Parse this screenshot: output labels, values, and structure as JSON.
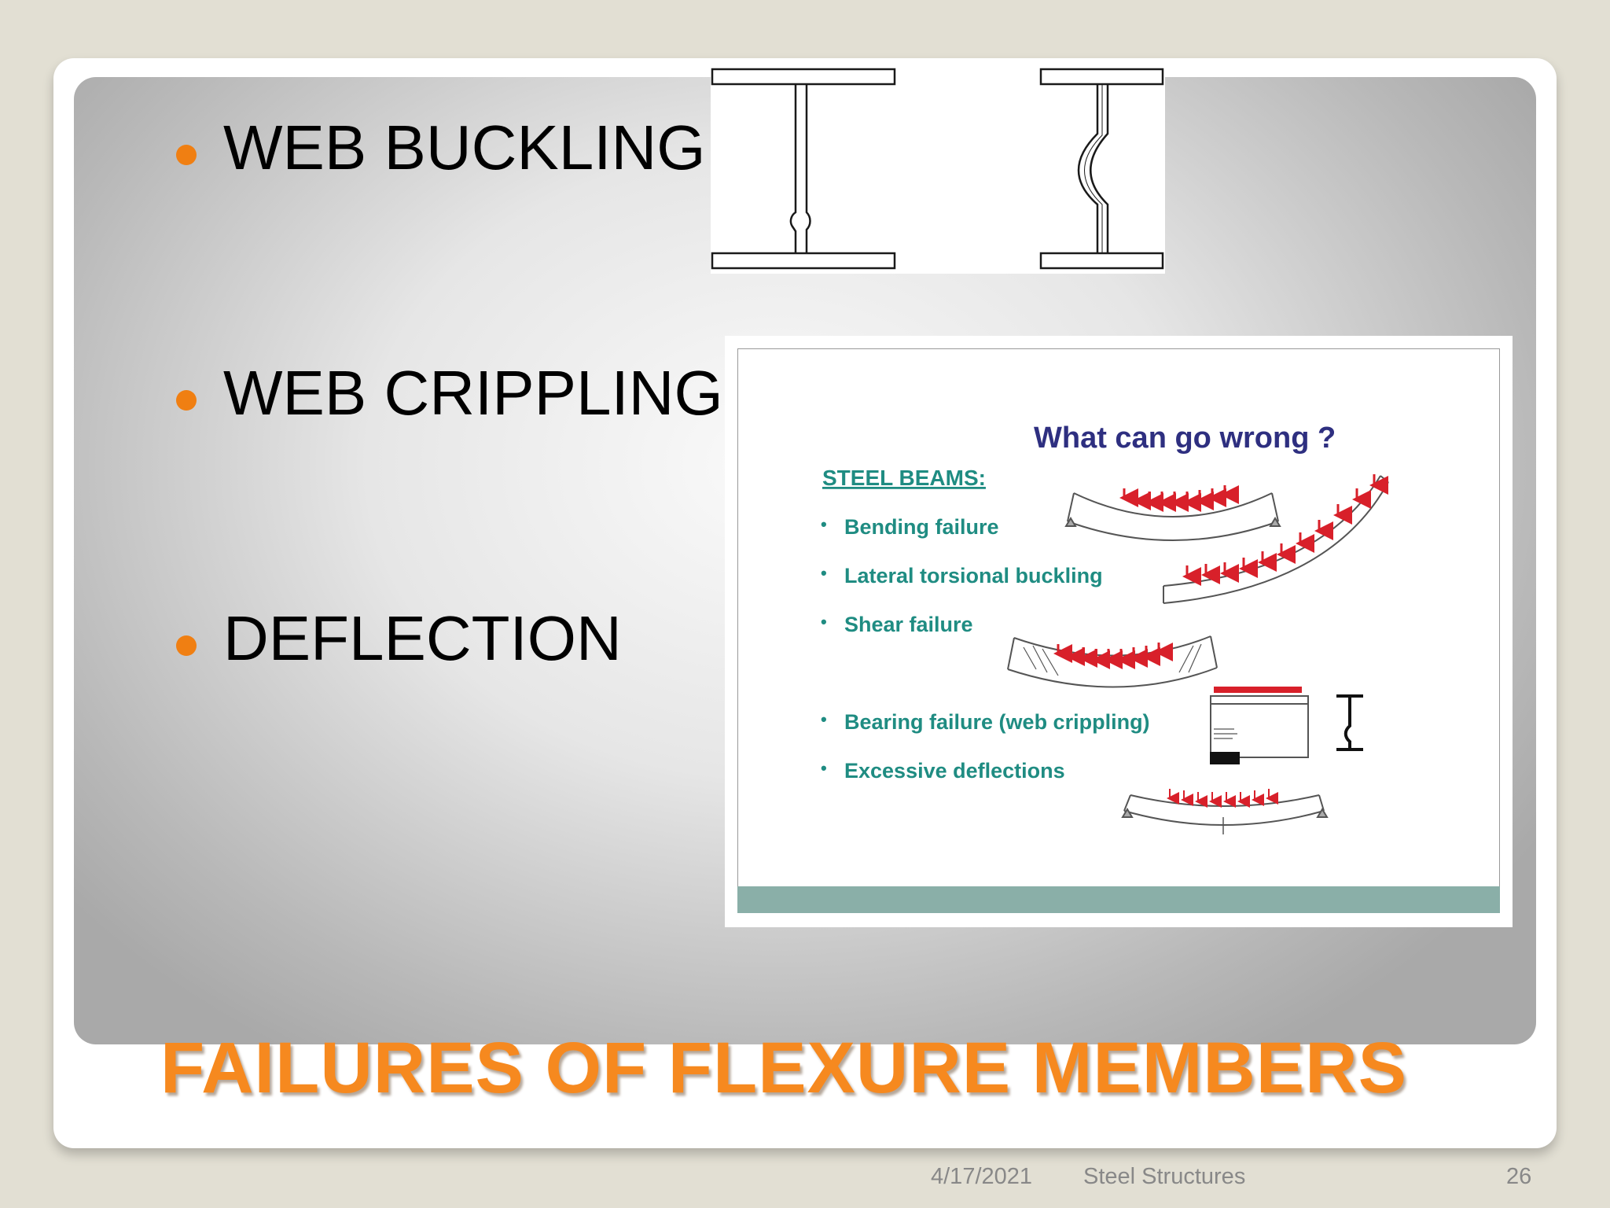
{
  "slide": {
    "bullets": [
      {
        "label": "WEB BUCKLING"
      },
      {
        "label": "WEB CRIPPLING"
      },
      {
        "label": "DEFLECTION"
      }
    ],
    "title": "FAILURES OF FLEXURE MEMBERS",
    "footer": {
      "date": "4/17/2021",
      "subject": "Steel Structures",
      "page": "26"
    }
  },
  "inset": {
    "heading": "What can go wrong ?",
    "subheading": "STEEL BEAMS:",
    "items": [
      "Bending failure",
      "Lateral torsional buckling",
      "Shear failure",
      "Bearing failure (web crippling)",
      "Excessive deflections"
    ]
  },
  "colors": {
    "accent_orange": "#f6891f",
    "bullet_orange": "#f07f12",
    "inset_heading": "#2e2f80",
    "inset_text": "#1f8c82",
    "load_arrow": "#d8202a",
    "band": "#8aafa8"
  },
  "icons": [
    "bullet-dot-icon",
    "i-beam-web-buckling-icon",
    "i-beam-web-crippling-icon",
    "load-arrow-icon"
  ]
}
